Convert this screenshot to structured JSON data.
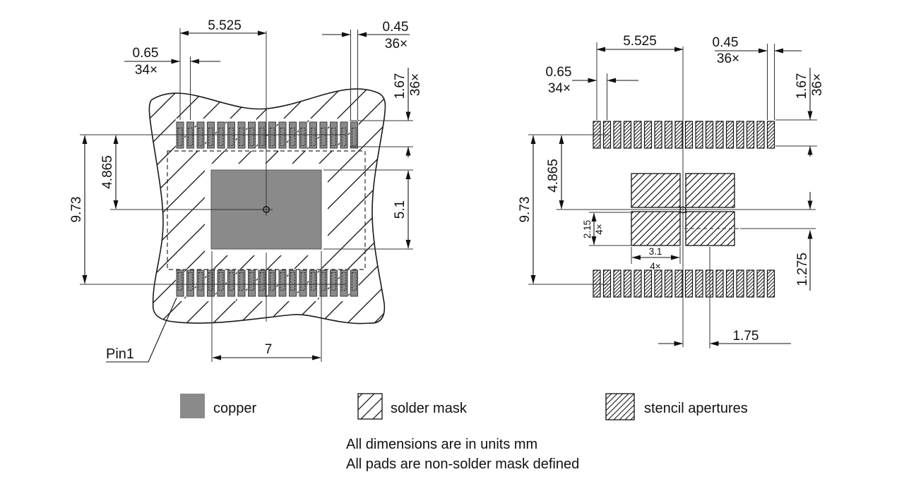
{
  "drawing": {
    "left_view": {
      "dim_pin1_to_center": "5.525",
      "dim_pad_width": "0.45",
      "count_pad_width": "36×",
      "dim_pad_pitch": "0.65",
      "count_pad_pitch": "34×",
      "dim_pad_length": "1.67",
      "count_pad_length": "36×",
      "dim_row_to_row": "9.73",
      "dim_row_to_center": "4.865",
      "dim_thermal_pad_height": "5.1",
      "dim_thermal_pad_width": "7",
      "pin1_label": "Pin1"
    },
    "right_view": {
      "dim_pin1_to_center": "5.525",
      "dim_aperture_width": "0.45",
      "count_aperture_width": "36×",
      "dim_aperture_pitch": "0.65",
      "count_aperture_pitch": "34×",
      "dim_aperture_length": "1.67",
      "count_aperture_length": "36×",
      "dim_row_to_row": "9.73",
      "dim_row_to_center": "4.865",
      "dim_center_aperture_height": "2.15",
      "count_center_aperture_height": "4×",
      "dim_center_aperture_width": "3.1",
      "count_center_aperture_width": "4×",
      "dim_center_offset_y": "1.275",
      "dim_center_offset_x": "1.75"
    },
    "legend": [
      {
        "label": "copper"
      },
      {
        "label": "solder mask"
      },
      {
        "label": "stencil apertures"
      }
    ],
    "notes": [
      "All dimensions are in units mm",
      "All pads are non-solder mask defined"
    ],
    "colors": {
      "copper": "#8a8a8a",
      "line": "#111111",
      "background": "#ffffff"
    }
  }
}
